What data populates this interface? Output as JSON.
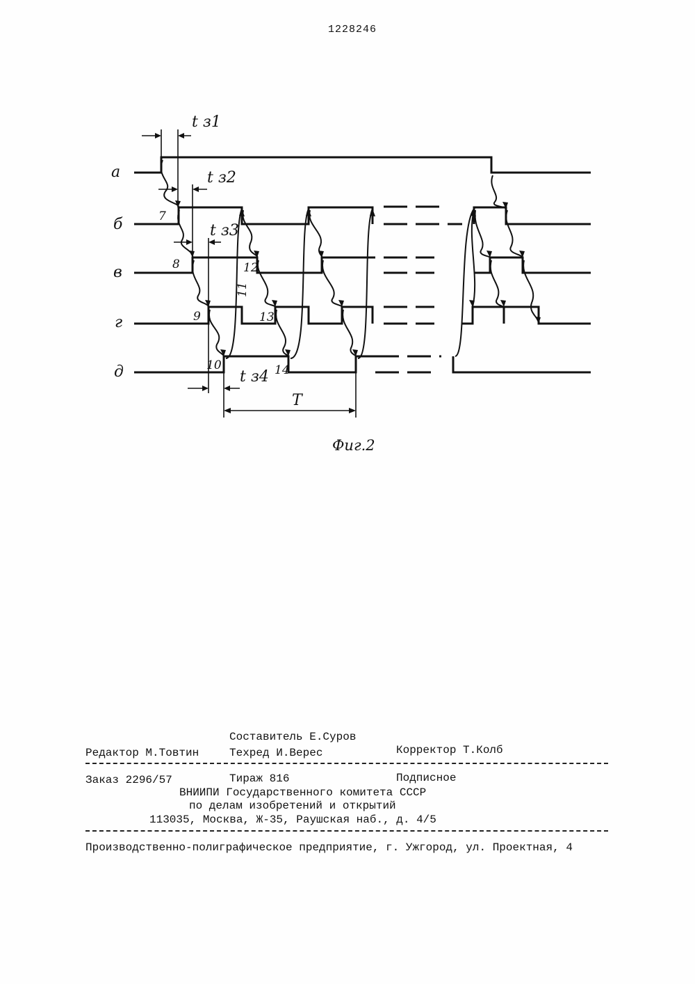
{
  "patent_number": "1228246",
  "figure": {
    "caption": "Фиг.2",
    "signals": [
      "а",
      "б",
      "в",
      "г",
      "д"
    ],
    "delay_labels": [
      "t з1",
      "t з2",
      "t з3",
      "t з4"
    ],
    "period_label": "T",
    "event_numbers": [
      "7",
      "8",
      "9",
      "10",
      "11",
      "12",
      "13",
      "14"
    ]
  },
  "imprint": {
    "compiler": "Составитель Е.Суров",
    "editor": "Редактор М.Товтин",
    "techred": "Техред И.Верес",
    "corrector": "Корректор Т.Колб",
    "order": "Заказ 2296/57",
    "circulation": "Тираж 816",
    "subscription": "Подписное",
    "org_line1": "ВНИИПИ Государственного комитета СССР",
    "org_line2": "по делам изобретений и открытий",
    "address": "113035, Москва, Ж-35, Раушская наб., д. 4/5",
    "printer": "Производственно-полиграфическое предприятие, г. Ужгород, ул. Проектная, 4"
  }
}
